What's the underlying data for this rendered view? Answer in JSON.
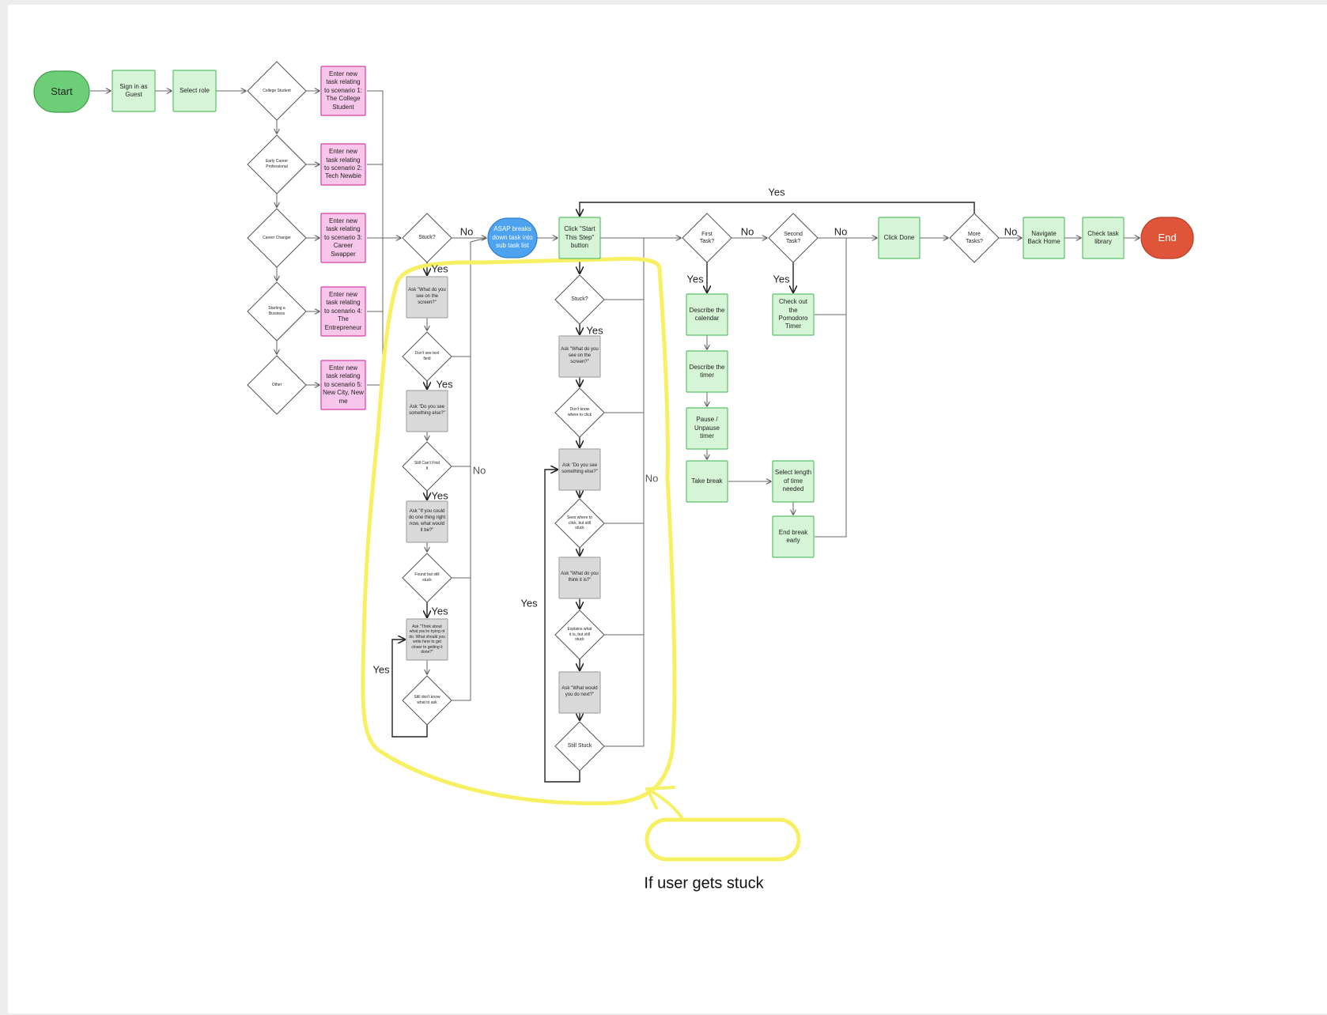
{
  "colors": {
    "green_fill": "#d6f5d6",
    "green_stroke": "#5cbf6a",
    "pink_fill": "#f7c6ea",
    "pink_stroke": "#d63fa8",
    "grey_fill": "#d9d9d9",
    "grey_stroke": "#a8a8a8",
    "blue_fill": "#4da3f0",
    "red_fill": "#e0553a",
    "start_fill": "#6ccf78",
    "highlight": "#f7f062"
  },
  "nodes": [
    {
      "id": "start",
      "shape": "pill",
      "label": "Start"
    },
    {
      "id": "sign_in",
      "shape": "green",
      "label": "Sign in as Guest"
    },
    {
      "id": "select_role",
      "shape": "green",
      "label": "Select role"
    },
    {
      "id": "role_college",
      "shape": "diamond",
      "label": "College Student"
    },
    {
      "id": "role_early",
      "shape": "diamond",
      "label": "Early Career Professional"
    },
    {
      "id": "role_changer",
      "shape": "diamond",
      "label": "Career Changer"
    },
    {
      "id": "role_business",
      "shape": "diamond",
      "label": "Starting a Business"
    },
    {
      "id": "role_other",
      "shape": "diamond",
      "label": "Other"
    },
    {
      "id": "task1",
      "shape": "pink",
      "label": "Enter new task relating to scenario 1: The College Student"
    },
    {
      "id": "task2",
      "shape": "pink",
      "label": "Enter new task relating to scenario 2: Tech Newbie"
    },
    {
      "id": "task3",
      "shape": "pink",
      "label": "Enter new task relating to scenario 3: Career Swapper"
    },
    {
      "id": "task4",
      "shape": "pink",
      "label": "Enter new task relating to scenario 4: The Entrepreneur"
    },
    {
      "id": "task5",
      "shape": "pink",
      "label": "Enter new task relating to scenario 5: New City, New me"
    },
    {
      "id": "stuck1",
      "shape": "diamond",
      "label": "Stuck?"
    },
    {
      "id": "asap",
      "shape": "blue",
      "label": "ASAP breaks down task into sub task list"
    },
    {
      "id": "start_step",
      "shape": "green",
      "label": "Click \"Start This Step\" button"
    },
    {
      "id": "first_task",
      "shape": "diamond",
      "label": "First Task?"
    },
    {
      "id": "second_task",
      "shape": "diamond",
      "label": "Second Task?"
    },
    {
      "id": "click_done",
      "shape": "green",
      "label": "Click Done"
    },
    {
      "id": "more_tasks",
      "shape": "diamond",
      "label": "More Tasks?"
    },
    {
      "id": "nav_home",
      "shape": "green",
      "label": "Navigate Back Home"
    },
    {
      "id": "check_lib",
      "shape": "green",
      "label": "Check task library"
    },
    {
      "id": "end",
      "shape": "pill",
      "label": "End"
    },
    {
      "id": "l_ask1",
      "shape": "grey",
      "label": "Ask \"What do you see on the screen?\""
    },
    {
      "id": "l_d1",
      "shape": "diamond",
      "label": "Don't see text field"
    },
    {
      "id": "l_ask2",
      "shape": "grey",
      "label": "Ask \"Do you see something else?\""
    },
    {
      "id": "l_d2",
      "shape": "diamond",
      "label": "Still Can't Find It"
    },
    {
      "id": "l_ask3",
      "shape": "grey",
      "label": "Ask \"If you could do one thing right now, what would it be?\""
    },
    {
      "id": "l_d3",
      "shape": "diamond",
      "label": "Found but still stuck"
    },
    {
      "id": "l_ask4",
      "shape": "grey",
      "label": "Ask \"Think about what you're trying ot do. What should you write here to get closer to getting it done?\""
    },
    {
      "id": "l_d4",
      "shape": "diamond",
      "label": "Still don't know what to ask"
    },
    {
      "id": "m_stuck",
      "shape": "diamond",
      "label": "Stuck?"
    },
    {
      "id": "m_ask1",
      "shape": "grey",
      "label": "Ask \"What do you see on the screen?\""
    },
    {
      "id": "m_d1",
      "shape": "diamond",
      "label": "Don't know where to click"
    },
    {
      "id": "m_ask2",
      "shape": "grey",
      "label": "Ask \"Do you see something else?\""
    },
    {
      "id": "m_d2",
      "shape": "diamond",
      "label": "Sees where to click, but still stuck"
    },
    {
      "id": "m_ask3",
      "shape": "grey",
      "label": "Ask \"What do you think it is?\""
    },
    {
      "id": "m_d3",
      "shape": "diamond",
      "label": "Explains what it is, but still stuck"
    },
    {
      "id": "m_ask4",
      "shape": "grey",
      "label": "Ask \"What would you do next?\""
    },
    {
      "id": "m_d4",
      "shape": "diamond",
      "label": "Still Stuck"
    },
    {
      "id": "describe_cal",
      "shape": "green",
      "label": "Describe the calendar"
    },
    {
      "id": "describe_timer",
      "shape": "green",
      "label": "Describe the timer"
    },
    {
      "id": "pause_timer",
      "shape": "green",
      "label": "Pause / Unpause timer"
    },
    {
      "id": "take_break",
      "shape": "green",
      "label": "Take break"
    },
    {
      "id": "check_pomo",
      "shape": "green",
      "label": "Check out the Pomodoro Timer"
    },
    {
      "id": "select_length",
      "shape": "green",
      "label": "Select length of time needed"
    },
    {
      "id": "end_break",
      "shape": "green",
      "label": "End break early"
    }
  ],
  "edge_labels": [
    {
      "id": "no_stuck1",
      "text": "No"
    },
    {
      "id": "yes_stuck1",
      "text": "Yes"
    },
    {
      "id": "yes_ld1",
      "text": "Yes"
    },
    {
      "id": "no_left",
      "text": "No"
    },
    {
      "id": "yes_ld2",
      "text": "Yes"
    },
    {
      "id": "yes_ld3",
      "text": "Yes"
    },
    {
      "id": "yes_ld4",
      "text": "Yes"
    },
    {
      "id": "yes_mstuck",
      "text": "Yes"
    },
    {
      "id": "no_mid",
      "text": "No"
    },
    {
      "id": "yes_mid_loop",
      "text": "Yes"
    },
    {
      "id": "no_first",
      "text": "No"
    },
    {
      "id": "yes_first",
      "text": "Yes"
    },
    {
      "id": "no_second",
      "text": "No"
    },
    {
      "id": "yes_second",
      "text": "Yes"
    },
    {
      "id": "yes_more",
      "text": "Yes"
    },
    {
      "id": "no_more",
      "text": "No"
    }
  ],
  "annotation": {
    "text": "If user gets stuck"
  }
}
